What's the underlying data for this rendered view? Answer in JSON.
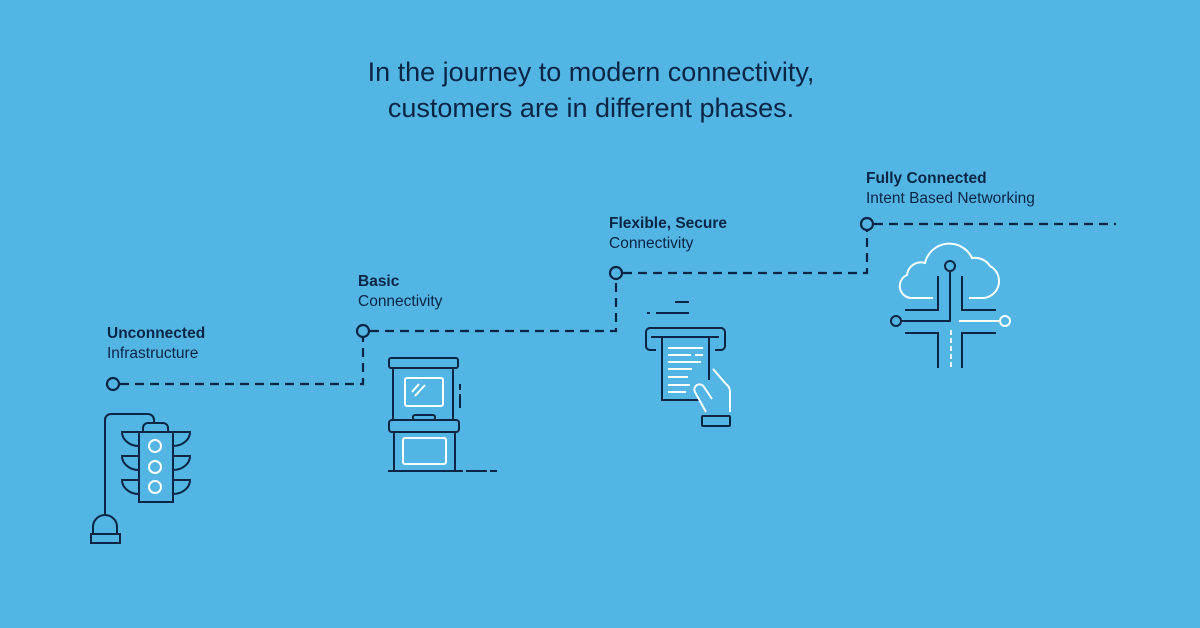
{
  "title": {
    "line1": "In the journey to modern connectivity,",
    "line2": "customers are in different phases."
  },
  "phases": [
    {
      "heading": "Unconnected",
      "sub": "Infrastructure",
      "icon": "traffic-light-icon"
    },
    {
      "heading": "Basic",
      "sub": "Connectivity",
      "icon": "kiosk-icon"
    },
    {
      "heading": "Flexible, Secure",
      "sub": "Connectivity",
      "icon": "receipt-hand-icon"
    },
    {
      "heading": "Fully Connected",
      "sub": "Intent Based Networking",
      "icon": "cloud-network-icon"
    }
  ],
  "colors": {
    "background": "#52b5e4",
    "ink": "#0b2545",
    "highlight": "#ffffff"
  }
}
